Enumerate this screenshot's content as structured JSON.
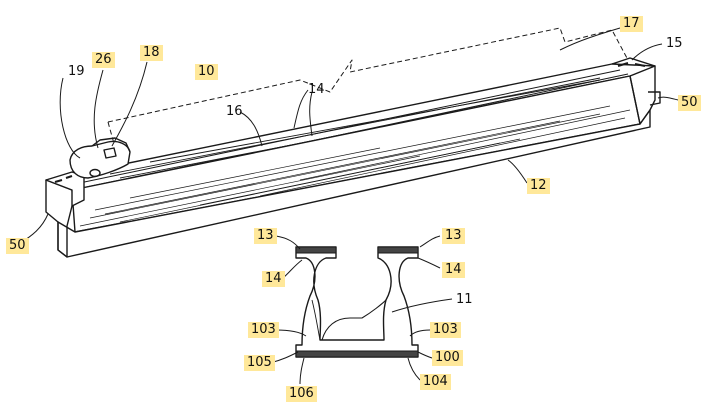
{
  "colors": {
    "line": "#1a1a1a",
    "label_highlight": "#ffe89a",
    "hatch_fill": "#444444",
    "background": "#ffffff"
  },
  "labels": {
    "ref_10": "10",
    "ref_11": "11",
    "ref_12": "12",
    "ref_13_left": "13",
    "ref_13_right": "13",
    "ref_14_top": "14",
    "ref_14_left": "14",
    "ref_14_right": "14",
    "ref_15": "15",
    "ref_16": "16",
    "ref_17": "17",
    "ref_18": "18",
    "ref_19": "19",
    "ref_26": "26",
    "ref_50_left": "50",
    "ref_50_right": "50",
    "ref_100": "100",
    "ref_103_left": "103",
    "ref_103_right": "103",
    "ref_104": "104",
    "ref_105": "105",
    "ref_106": "106"
  }
}
